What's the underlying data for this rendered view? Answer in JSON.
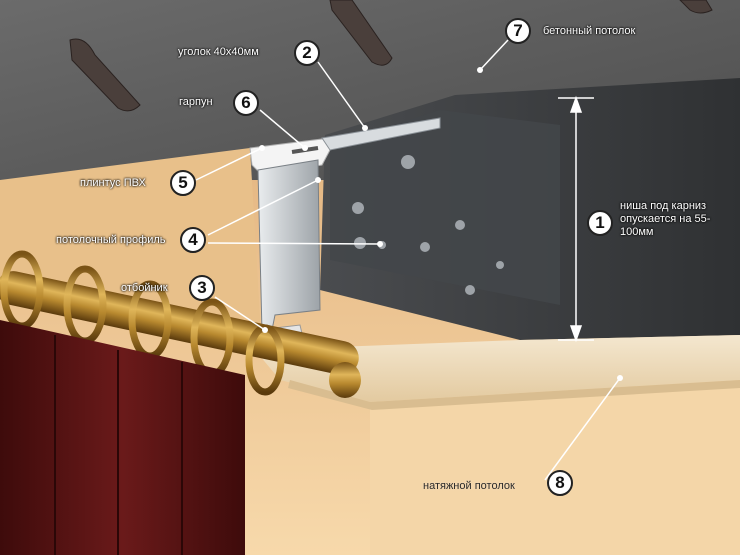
{
  "labels": {
    "item1": {
      "number": "1",
      "text": "ниша под карниз опускается на 55-100мм"
    },
    "item2": {
      "number": "2",
      "text": "уголок 40х40мм"
    },
    "item3": {
      "number": "3",
      "text": "отбойник"
    },
    "item4": {
      "number": "4",
      "text": "потолочный профиль"
    },
    "item5": {
      "number": "5",
      "text": "плинтус ПВХ"
    },
    "item6": {
      "number": "6",
      "text": "гарпун"
    },
    "item7": {
      "number": "7",
      "text": "бетонный потолок"
    },
    "item8": {
      "number": "8",
      "text": "натяжной потолок"
    }
  },
  "colors": {
    "concrete": "#5e5e5e",
    "niche_metal": "#3b3d3f",
    "profile_aluminium": "#cfd3d6",
    "wall": "#f2cf9f",
    "stretch_ceiling": "#efe2c9",
    "curtain": "#5a1414",
    "rod": "#b8892f"
  }
}
